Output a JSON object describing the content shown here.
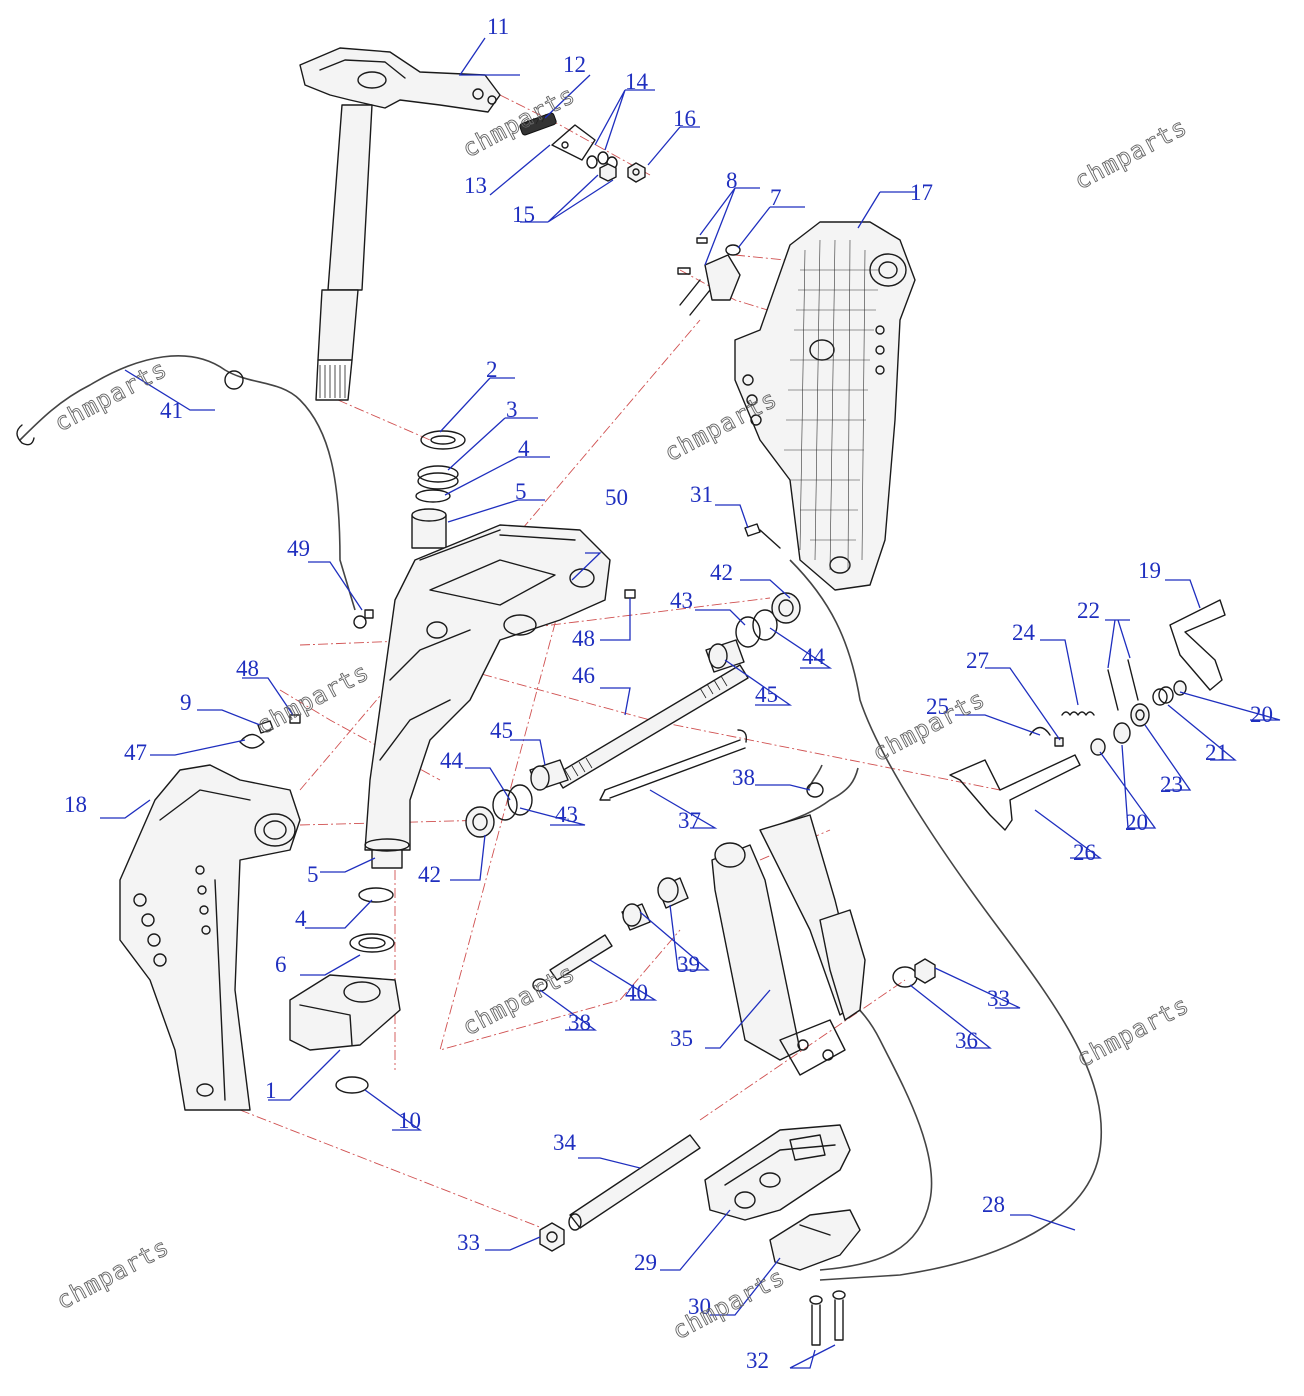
{
  "colors": {
    "callout": "#1f2fbf",
    "line": "#1a1a1a",
    "centerline": "#d05050",
    "watermark": "#666666"
  },
  "watermark": "chmparts",
  "callouts": [
    "1",
    "2",
    "3",
    "4",
    "4",
    "5",
    "5",
    "6",
    "7",
    "8",
    "9",
    "10",
    "11",
    "12",
    "13",
    "14",
    "15",
    "16",
    "17",
    "18",
    "19",
    "20",
    "20",
    "21",
    "22",
    "23",
    "24",
    "25",
    "26",
    "27",
    "28",
    "29",
    "30",
    "31",
    "32",
    "33",
    "33",
    "34",
    "35",
    "36",
    "37",
    "38",
    "38",
    "39",
    "40",
    "41",
    "42",
    "42",
    "43",
    "43",
    "44",
    "44",
    "45",
    "45",
    "46",
    "47",
    "48",
    "48",
    "49",
    "50"
  ]
}
